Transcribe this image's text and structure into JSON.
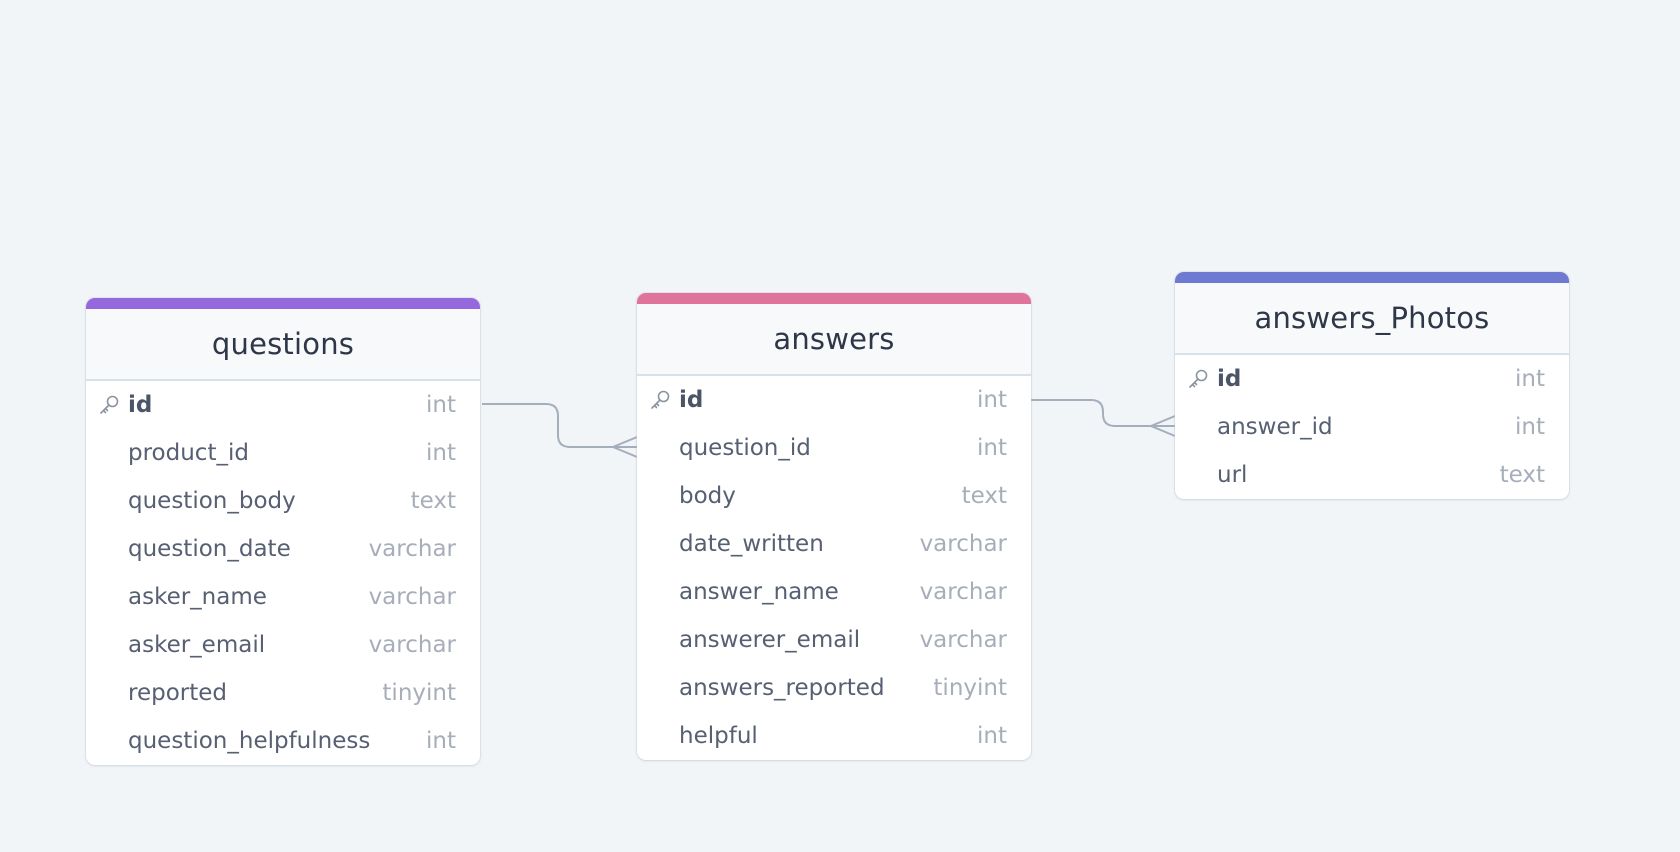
{
  "colors": {
    "background": "#f1f5f8",
    "connector": "#a4aebd"
  },
  "tables": {
    "questions": {
      "title": "questions",
      "color": "#9568dd",
      "columns": [
        {
          "name": "id",
          "type": "int",
          "primary_key": true,
          "icon": "key-icon"
        },
        {
          "name": "product_id",
          "type": "int"
        },
        {
          "name": "question_body",
          "type": "text"
        },
        {
          "name": "question_date",
          "type": "varchar"
        },
        {
          "name": "asker_name",
          "type": "varchar"
        },
        {
          "name": "asker_email",
          "type": "varchar"
        },
        {
          "name": "reported",
          "type": "tinyint"
        },
        {
          "name": "question_helpfulness",
          "type": "int"
        }
      ]
    },
    "answers": {
      "title": "answers",
      "color": "#e07399",
      "columns": [
        {
          "name": "id",
          "type": "int",
          "primary_key": true,
          "icon": "key-icon"
        },
        {
          "name": "question_id",
          "type": "int"
        },
        {
          "name": "body",
          "type": "text"
        },
        {
          "name": "date_written",
          "type": "varchar"
        },
        {
          "name": "answer_name",
          "type": "varchar"
        },
        {
          "name": "answerer_email",
          "type": "varchar"
        },
        {
          "name": "answers_reported",
          "type": "tinyint"
        },
        {
          "name": "helpful",
          "type": "int"
        }
      ]
    },
    "answers_photos": {
      "title": "answers_Photos",
      "color": "#6e79d1",
      "columns": [
        {
          "name": "id",
          "type": "int",
          "primary_key": true,
          "icon": "key-icon"
        },
        {
          "name": "answer_id",
          "type": "int"
        },
        {
          "name": "url",
          "type": "text"
        }
      ]
    }
  },
  "relationships": [
    {
      "from": "questions.id",
      "to": "answers.question_id",
      "cardinality": "one-to-many"
    },
    {
      "from": "answers.id",
      "to": "answers_Photos.answer_id",
      "cardinality": "one-to-many"
    }
  ]
}
